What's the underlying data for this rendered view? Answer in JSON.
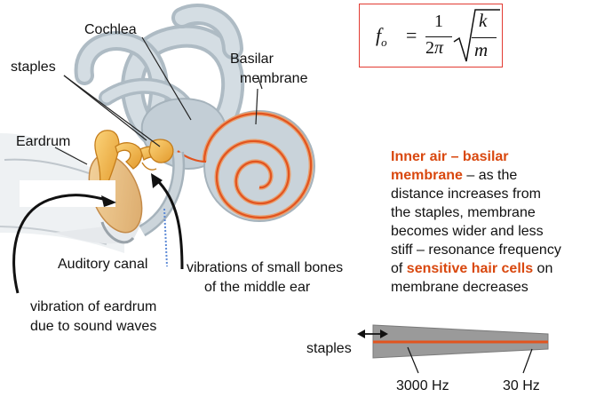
{
  "labels": {
    "cochlea": "Cochlea",
    "staples_ear": "staples",
    "basilar_line1": "Basilar",
    "basilar_line2": "membrane",
    "eardrum": "Eardrum",
    "auditory_canal": "Auditory canal",
    "vib_bones_line1": "vibrations of small bones",
    "vib_bones_line2": "of the middle ear",
    "vib_eardrum_line1": "vibration of eardrum",
    "vib_eardrum_line2": "due to sound waves"
  },
  "formula": {
    "lhs": "f",
    "lhs_sub": "o",
    "equals": "=",
    "numerator": "1",
    "denominator_coef": "2",
    "denominator_pi": "π",
    "sqrt_numerator": "k",
    "sqrt_denominator": "m"
  },
  "description": {
    "heading_line1": "Inner air – basilar",
    "heading_line2a": "membrane",
    "line2b": " – as the",
    "line3": "distance increases from",
    "line4": "the staples, membrane",
    "line5": "becomes wider and less",
    "line6": "stiff – resonance frequency",
    "line7a": "of ",
    "line7_highlight": "sensitive hair cells",
    "line7b": " on",
    "line8": "membrane decreases"
  },
  "membrane_schematic": {
    "staples_label": "staples",
    "freq_high": "3000 Hz",
    "freq_low": "30 Hz"
  },
  "colors": {
    "accent_orange": "#d9480f",
    "formula_border": "#e23b32",
    "cochlea_fill": "#c9d3da",
    "ossicle_fill": "#f2b545",
    "membrane_gray": "#9a9a9a",
    "membrane_line": "#e2541f"
  }
}
